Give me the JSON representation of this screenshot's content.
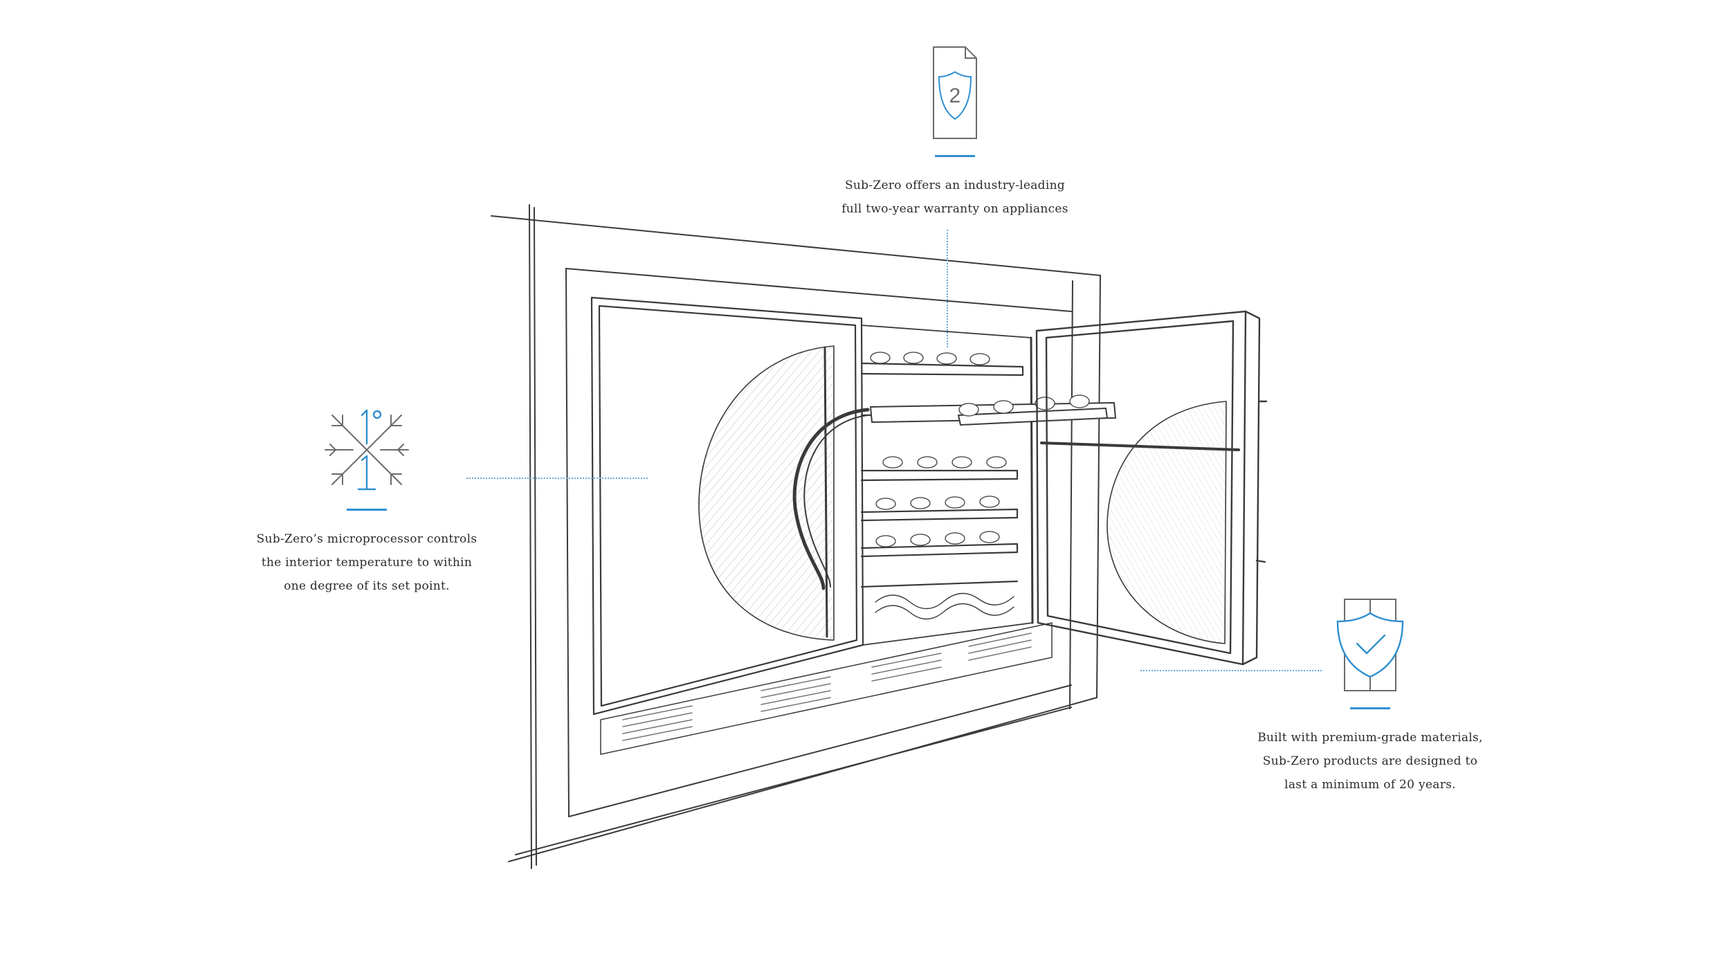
{
  "callouts": {
    "warranty": {
      "icon": "warranty-document-shield-icon",
      "badge": "2",
      "lines": [
        "Sub-Zero offers an industry-leading",
        "full two-year warranty on appliances"
      ]
    },
    "temperature": {
      "icon": "snowflake-temperature-icon",
      "badge": "1°",
      "lines": [
        "Sub-Zero’s microprocessor controls",
        "the interior temperature to within",
        "one degree of its set point."
      ]
    },
    "materials": {
      "icon": "checkmark-shield-icon",
      "lines": [
        "Built with premium-grade materials,",
        "Sub-Zero products are designed to",
        "last a minimum of 20 years."
      ]
    }
  },
  "colors": {
    "accent": "#2f8fd0",
    "sketch": "#3a3a3a",
    "leader": "#6aa8d6"
  }
}
